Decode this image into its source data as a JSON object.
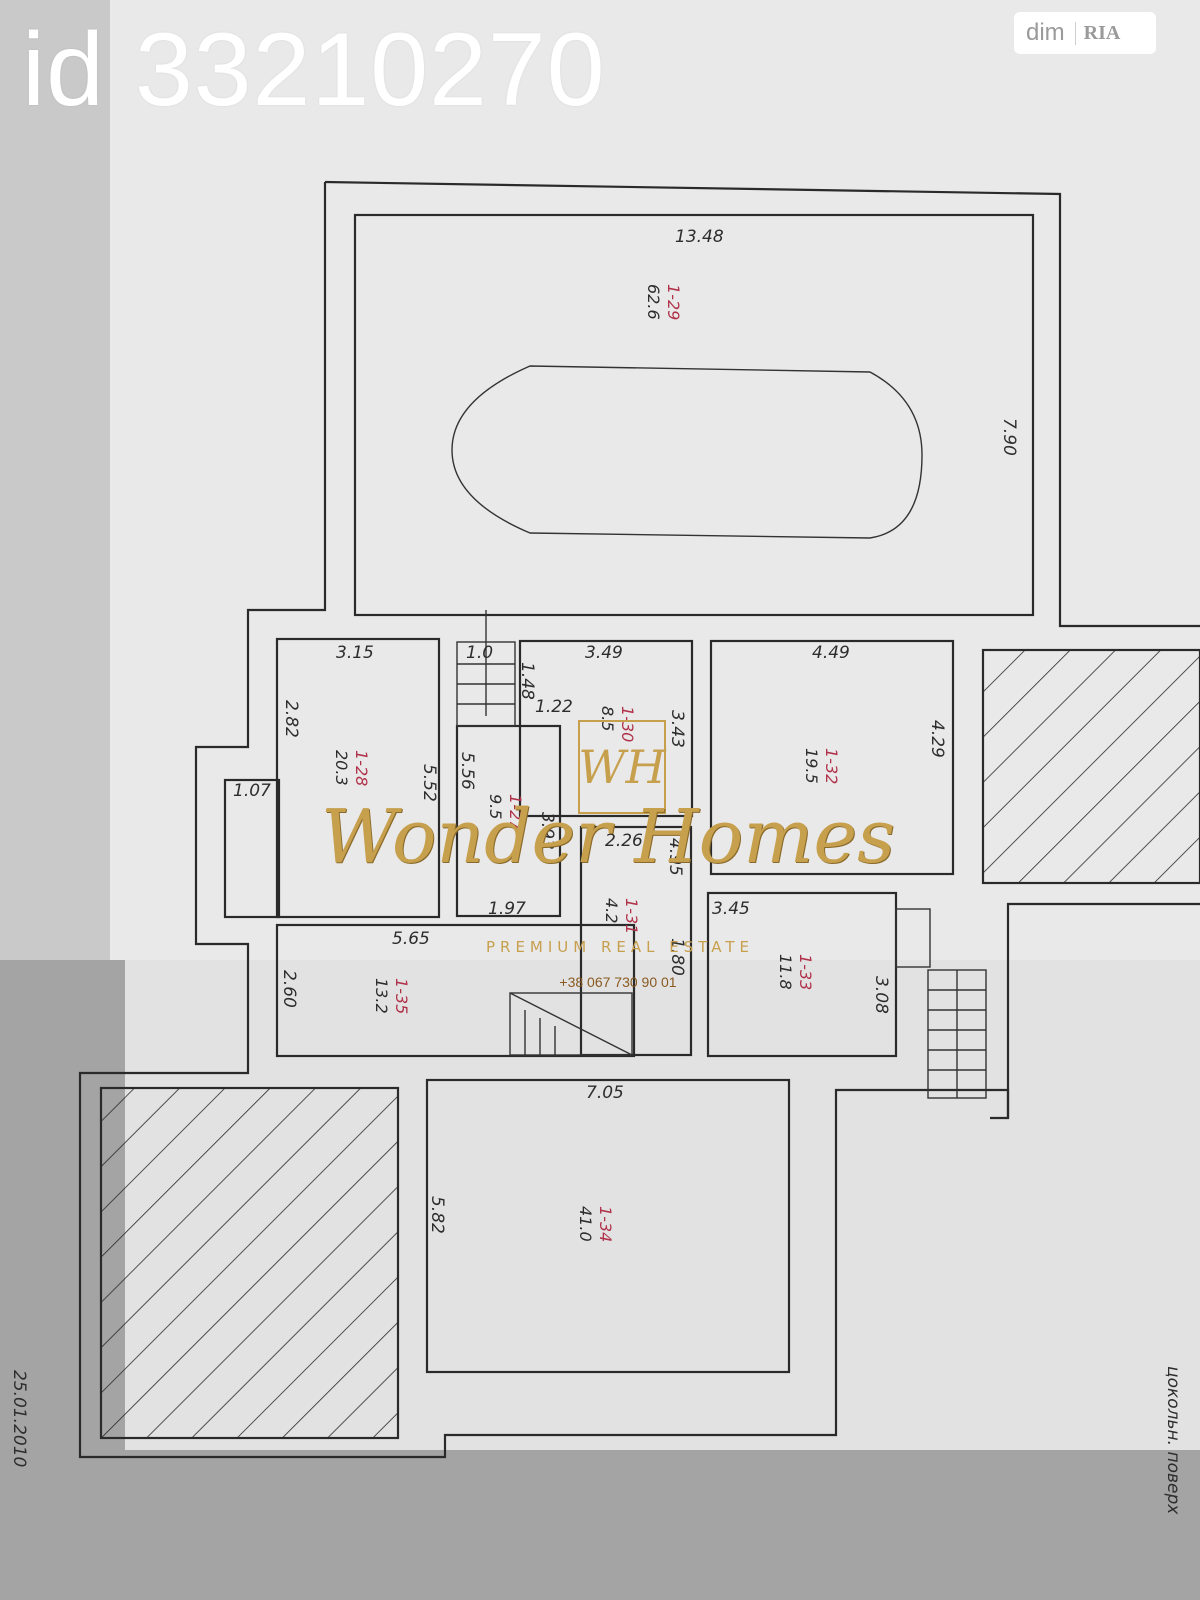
{
  "listing": {
    "id_text": "id 33210270"
  },
  "site_logo": {
    "dim": "dim",
    "ria": "RIA"
  },
  "watermark": {
    "brand": "Wonder Homes",
    "monogram": "WH",
    "tagline": "PREMIUM REAL ESTATE",
    "phone": "+38 067 730 90 01"
  },
  "plan": {
    "floor_label": "цокольн. поверх",
    "date": "25.01.2010",
    "rooms": [
      {
        "id": "1-29",
        "area": "62.6"
      },
      {
        "id": "1-28",
        "area": "20.3"
      },
      {
        "id": "1-27",
        "area": "9.5"
      },
      {
        "id": "1-30",
        "area": "8.5"
      },
      {
        "id": "1-32",
        "area": "19.5"
      },
      {
        "id": "1-31",
        "area": "4.2"
      },
      {
        "id": "1-33",
        "area": "11.8"
      },
      {
        "id": "1-35",
        "area": "13.2"
      },
      {
        "id": "1-34",
        "area": "41.0"
      }
    ],
    "dimensions": [
      "13.48",
      "7.90",
      "3.15",
      "2.82",
      "1.07",
      "5.52",
      "1.0",
      "5.56",
      "3.93",
      "1.48",
      "3.49",
      "1.22",
      "3.43",
      "4.49",
      "4.29",
      "2.26",
      "4.95",
      "1.97",
      "5.65",
      "2.60",
      "1.80",
      "3.08",
      "7.05",
      "5.82",
      "3.45"
    ]
  }
}
